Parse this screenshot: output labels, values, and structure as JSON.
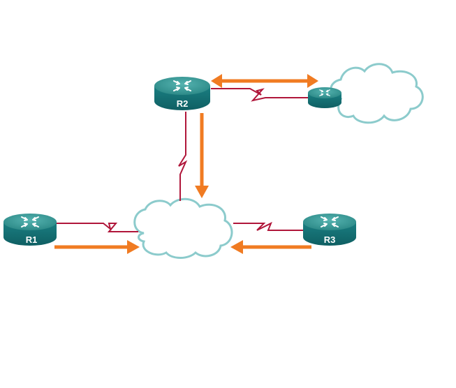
{
  "diagram": {
    "routers": [
      {
        "id": "r1",
        "label": "R1"
      },
      {
        "id": "r2",
        "label": "R2"
      },
      {
        "id": "r3",
        "label": "R3"
      },
      {
        "id": "isp-router",
        "label": ""
      }
    ],
    "clouds": [
      {
        "id": "internet-cloud"
      },
      {
        "id": "wan-cloud"
      }
    ],
    "links": [
      {
        "from": "r1",
        "to": "wan-cloud",
        "type": "serial"
      },
      {
        "from": "r3",
        "to": "wan-cloud",
        "type": "serial"
      },
      {
        "from": "r2",
        "to": "wan-cloud",
        "type": "serial"
      },
      {
        "from": "r2",
        "to": "isp-router",
        "type": "serial"
      }
    ],
    "traffic_arrows": [
      {
        "from": "r1",
        "to": "wan-cloud",
        "direction": "one-way"
      },
      {
        "from": "r3",
        "to": "wan-cloud",
        "direction": "one-way"
      },
      {
        "from": "r2",
        "to": "wan-cloud",
        "direction": "one-way"
      },
      {
        "from": "r2",
        "to": "isp-router",
        "direction": "two-way"
      }
    ],
    "colors": {
      "router_top": "#3f9c9a",
      "router_body": "#137377",
      "cloud_stroke": "#6fbcbd",
      "serial_link": "#b0163a",
      "traffic_arrow": "#f07b22"
    }
  }
}
